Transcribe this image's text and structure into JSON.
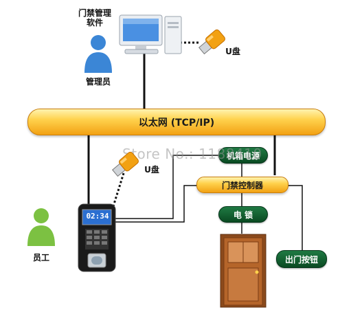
{
  "labels": {
    "software_line1": "门禁管理",
    "software_line2": "软件",
    "admin": "管理员",
    "usb_top": "U盘",
    "ethernet": "以太网 (TCP/IP)",
    "usb_mid": "U盘",
    "power": "机箱电源",
    "controller": "门禁控制器",
    "lock": "电 锁",
    "employee": "员工",
    "exit_button": "出门按钮",
    "watermark": "Store No.: 1188410",
    "device_screen_time": "02:34"
  },
  "colors": {
    "bus_orange": "#f2a113",
    "pill_green": "#1f7a43",
    "person_blue": "#3b86d6",
    "person_green": "#7cc142",
    "door_brown": "#a0522d"
  },
  "icons": [
    "computer-icon",
    "usb-drive-icon",
    "admin-person-icon",
    "employee-person-icon",
    "fingerprint-reader-icon",
    "door-icon"
  ]
}
